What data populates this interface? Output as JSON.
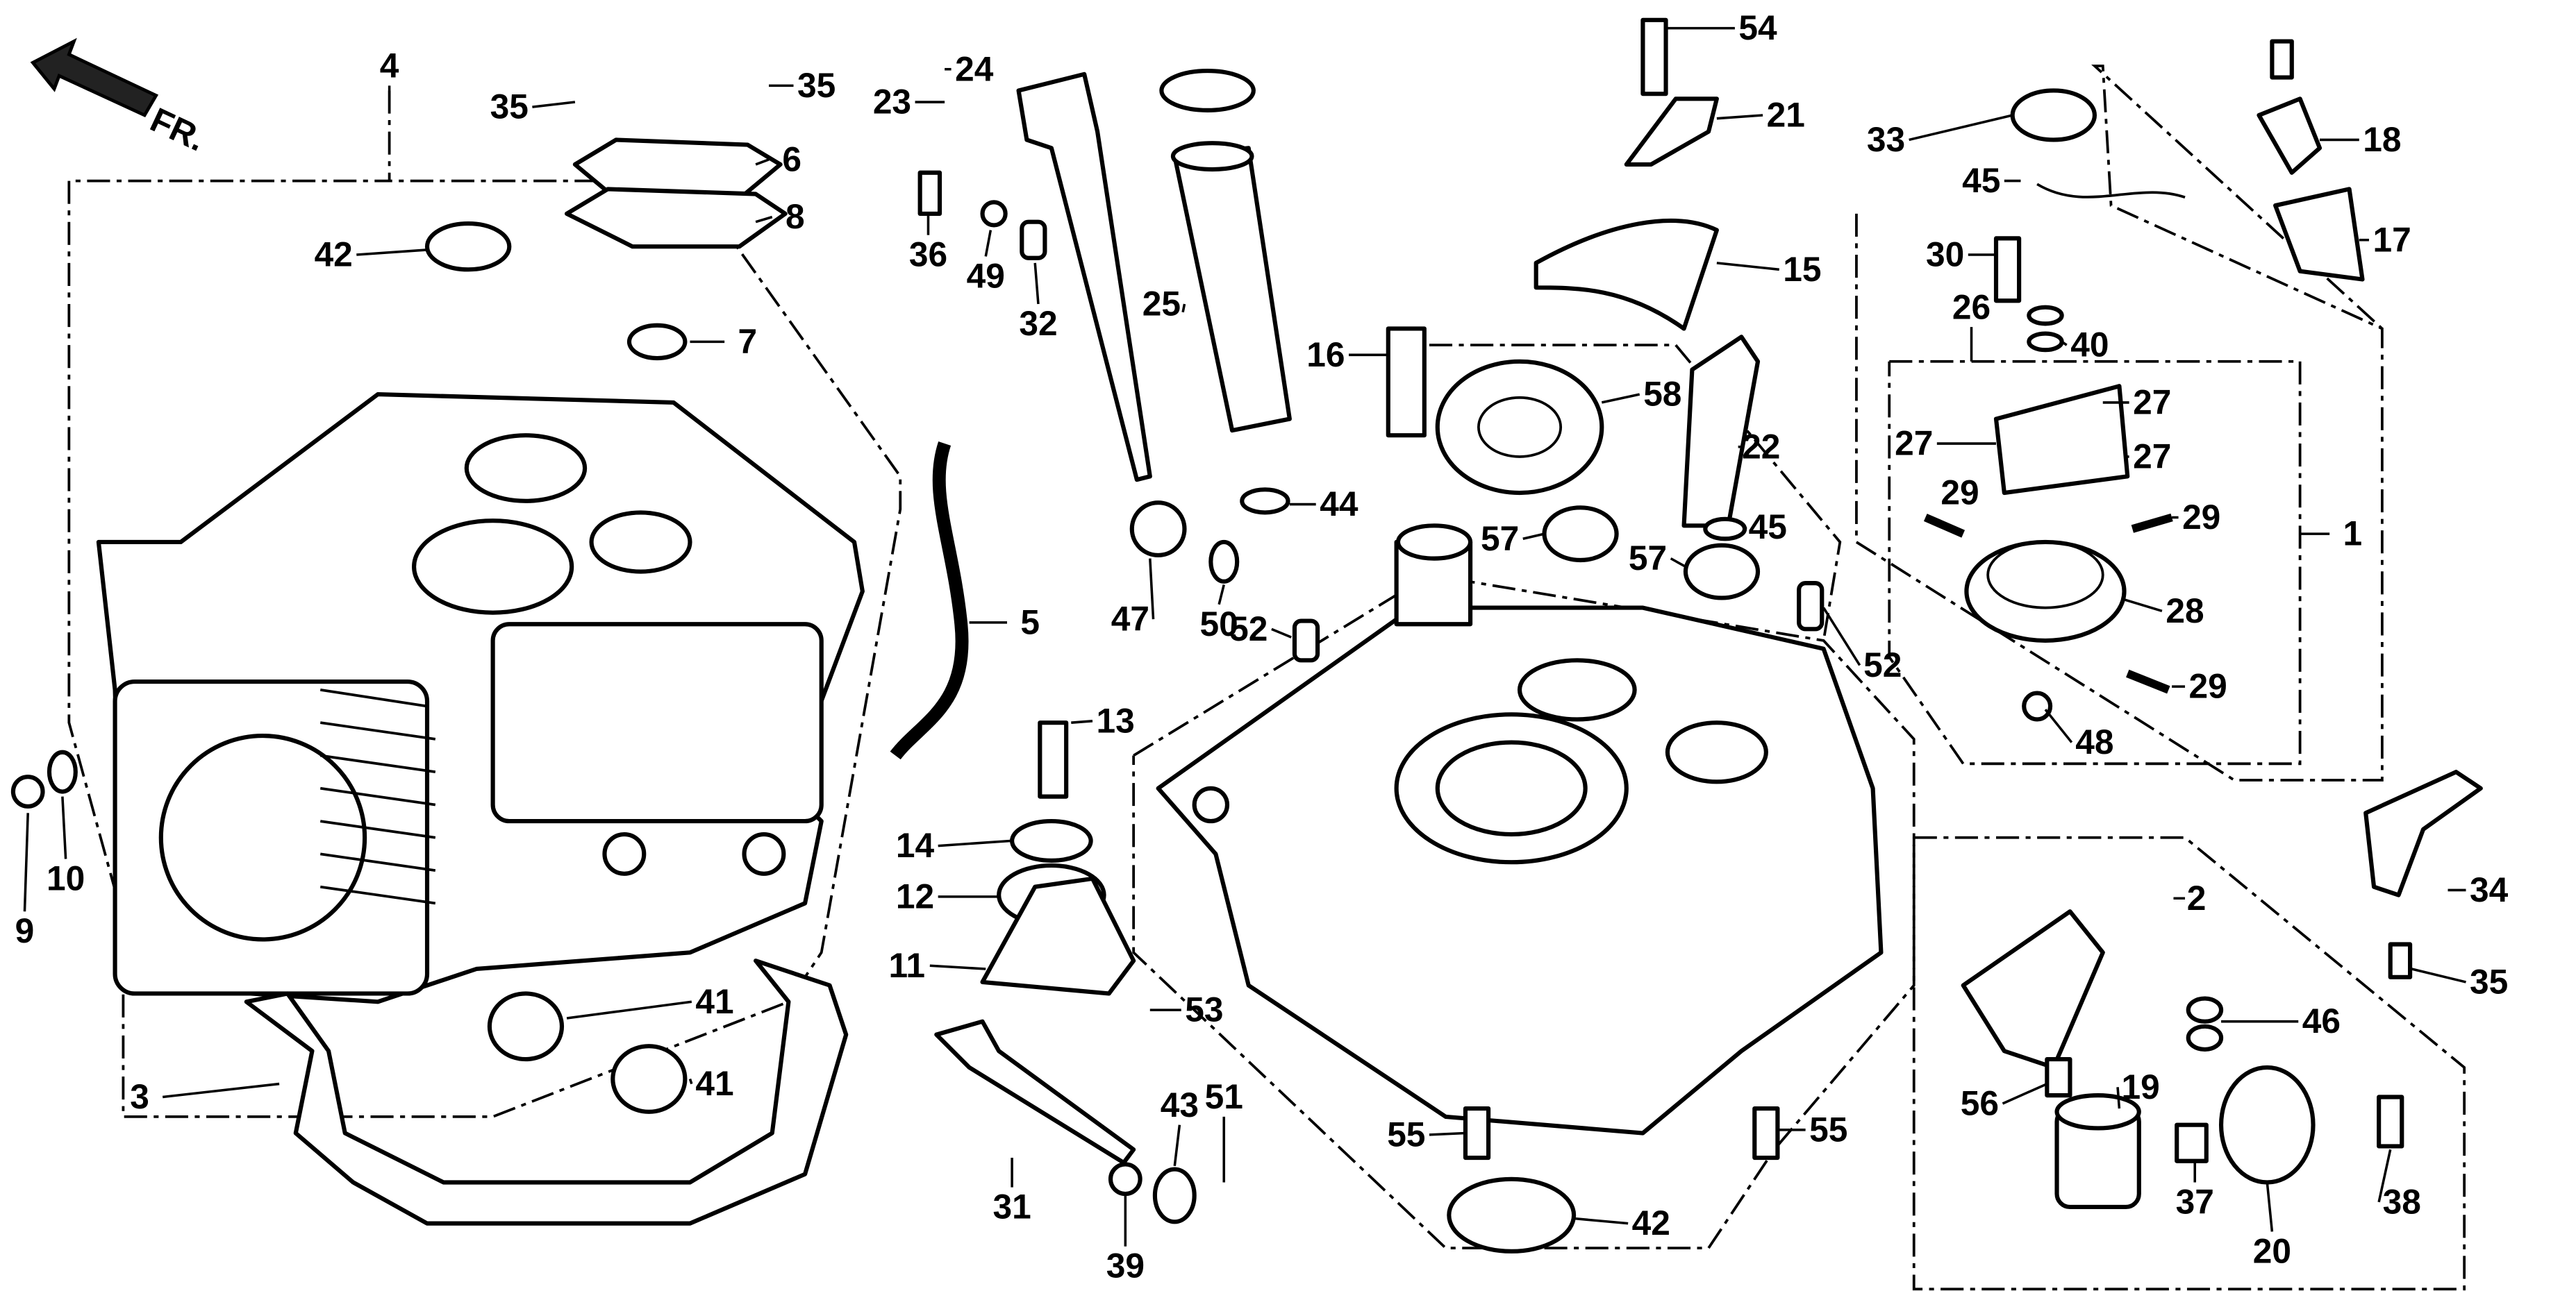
{
  "diagram": {
    "front_marker": "FR.",
    "labels": [
      "4",
      "35",
      "35",
      "6",
      "8",
      "42",
      "7",
      "9",
      "10",
      "3",
      "41",
      "41",
      "24",
      "23",
      "36",
      "49",
      "32",
      "25",
      "5",
      "47",
      "50",
      "44",
      "52",
      "13",
      "14",
      "12",
      "11",
      "53",
      "31",
      "39",
      "43",
      "51",
      "54",
      "21",
      "15",
      "16",
      "58",
      "22",
      "45",
      "57",
      "57",
      "55",
      "55",
      "42",
      "33",
      "45",
      "18",
      "17",
      "30",
      "26",
      "40",
      "27",
      "27",
      "27",
      "29",
      "29",
      "1",
      "28",
      "52",
      "29",
      "48",
      "2",
      "34",
      "35",
      "46",
      "56",
      "19",
      "37",
      "38",
      "20"
    ]
  }
}
